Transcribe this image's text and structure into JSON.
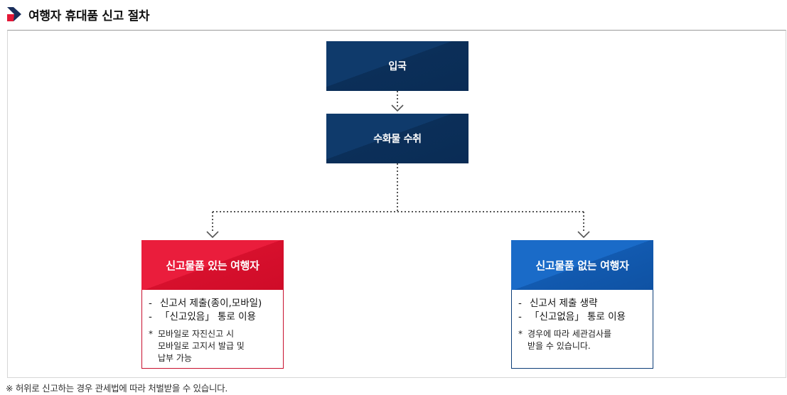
{
  "title": "여행자 휴대품 신고 절차",
  "steps": {
    "entry": "입국",
    "baggage": "수화물 수취"
  },
  "declare": {
    "heading": "신고물품 있는 여행자",
    "items": [
      "신고서 제출(종이,모바일)",
      "「신고있음」 통로 이용"
    ],
    "note_lines": [
      "모바일로 자진신고 시",
      "모바일로 고지서 발급 및",
      "납부 가능"
    ]
  },
  "no_declare": {
    "heading": "신고물품 없는 여행자",
    "items": [
      "신고서 제출 생략",
      "「신고없음」 통로 이용"
    ],
    "note_lines": [
      "경우에 따라 세관검사를",
      "받을 수 있습니다."
    ]
  },
  "footnote": "※ 허위로 신고하는 경우 관세법에 따라 처벌받을 수 있습니다.",
  "colors": {
    "navy": "#0f3a6b",
    "red": "#e31837",
    "blue": "#1565c0"
  },
  "icons": {
    "title": "chevron-right-icon",
    "connector": "chevron-down-icon"
  }
}
